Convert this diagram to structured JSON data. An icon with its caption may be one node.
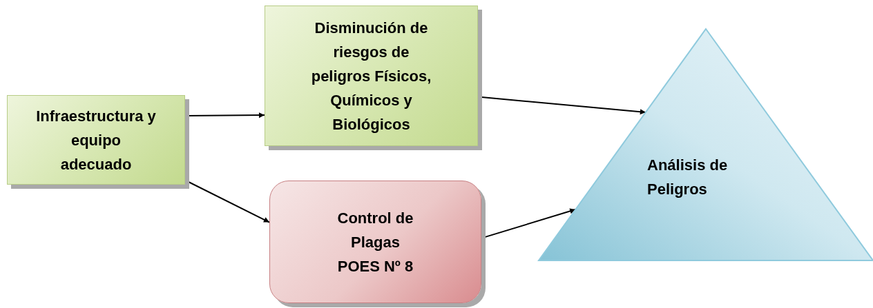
{
  "diagram": {
    "nodes": [
      {
        "text": [
          "Infraestructura y equipo adecuado"
        ]
      },
      {
        "text": [
          "Disminución de riesgos de peligros Físicos, Químicos y Biológicos"
        ]
      },
      {
        "text": [
          "Control de Plagas POES Nº 8"
        ]
      },
      {
        "text": [
          "Análisis de Peligros"
        ]
      }
    ],
    "edges": [
      {
        "from": 0,
        "to": 1,
        "arrow": "to"
      },
      {
        "from": 0,
        "to": 2,
        "arrow": "to"
      },
      {
        "from": 1,
        "to": 3,
        "arrow": "to"
      },
      {
        "from": 2,
        "to": 3,
        "arrow": "to"
      }
    ]
  }
}
